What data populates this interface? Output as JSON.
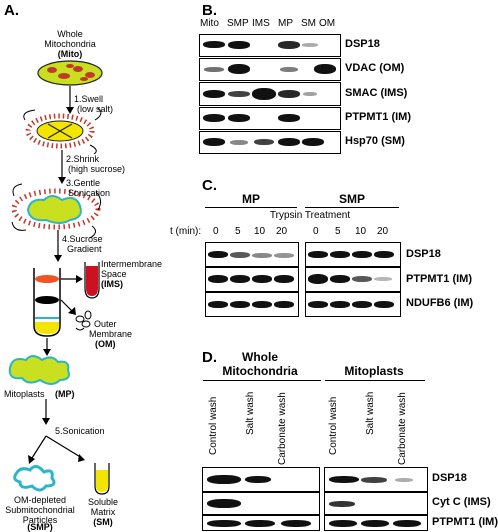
{
  "panels": {
    "a": "A.",
    "b": "B.",
    "c": "C.",
    "d": "D."
  },
  "panel_a": {
    "whole_mito": "Whole",
    "whole_mito2": "Mitochondria",
    "mito_abbr": "(Mito)",
    "step1": "1.Swell",
    "step1b": "(low salt)",
    "step2": "2.Shrink",
    "step2b": "(high sucrose)",
    "step3": "3.Gentle",
    "step3b": "Sonication",
    "step4": "4.Sucrose",
    "step4b": "Gradient",
    "ims1": "Intermembrane",
    "ims2": "Space",
    "ims3": "(IMS)",
    "om1": "Outer",
    "om2": "Membrane",
    "om3": "(OM)",
    "mp": "Mitoplasts",
    "mp_abbr": "(MP)",
    "step5": "5.Sonication",
    "smp1": "OM-depleted",
    "smp2": "Submitochondrial",
    "smp3": "Particles",
    "smp4": "(SMP)",
    "sm1": "Soluble",
    "sm2": "Matrix",
    "sm3": "(SM)"
  },
  "panel_b": {
    "lanes": [
      "Mito",
      "SMP",
      "IMS",
      "MP",
      "SM",
      "OM"
    ],
    "rows": [
      "DSP18",
      "VDAC (OM)",
      "SMAC (IMS)",
      "PTPMT1 (IM)",
      "Hsp70 (SM)"
    ]
  },
  "panel_c": {
    "group1": "MP",
    "group2": "SMP",
    "treatment": "Trypsin Treatment",
    "time_label": "t (min):",
    "times": [
      "0",
      "5",
      "10",
      "20",
      "0",
      "5",
      "10",
      "20"
    ],
    "rows": [
      "DSP18",
      "PTPMT1 (IM)",
      "NDUFB6 (IM)"
    ]
  },
  "panel_d": {
    "group1a": "Whole",
    "group1b": "Mitochondria",
    "group2": "Mitoplasts",
    "lanes": [
      "Control wash",
      "Salt wash",
      "Carbonate wash",
      "Control wash",
      "Salt wash",
      "Carbonate wash"
    ],
    "rows": [
      "DSP18",
      "Cyt C (IMS)",
      "PTPMT1 (IM)"
    ]
  },
  "colors": {
    "mito_green": "#c8e020",
    "mito_red": "#c0392b",
    "membrane": "#2bb5c8",
    "ims_tube": "#cc1122",
    "om_band": "#ee5522",
    "matrix": "#f2e600"
  }
}
